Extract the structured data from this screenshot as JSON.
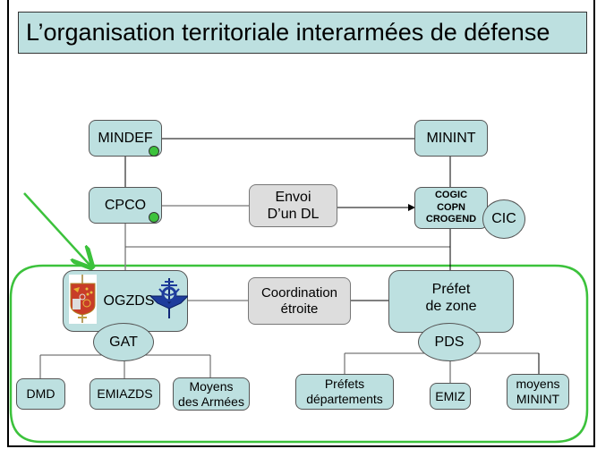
{
  "title": "L’organisation territoriale interarmées de défense",
  "colors": {
    "box_fill": "#bde0e0",
    "note_fill": "#dddddd",
    "highlight_green": "#3cc23c",
    "dot_green": "#3cc23c"
  },
  "nodes": {
    "mindef": "MINDEF",
    "minint": "MININT",
    "cpco": "CPCO",
    "envoi_line1": "Envoi",
    "envoi_line2": "D’un DL",
    "cogic_line1": "COGIC",
    "cogic_line2": "COPN",
    "cogic_line3": "CROGEND",
    "cic": "CIC",
    "ogzds": "OGZDS",
    "coordination_line1": "Coordination",
    "coordination_line2": "étroite",
    "prefet_line1": "Préfet",
    "prefet_line2": "de zone",
    "gat": "GAT",
    "pds": "PDS",
    "dmd": "DMD",
    "emiazds": "EMIAZDS",
    "moyens_armees_line1": "Moyens",
    "moyens_armees_line2": "des Armées",
    "prefets_dep_line1": "Préfets",
    "prefets_dep_line2": "départements",
    "emiz": "EMIZ",
    "moyens_minint_line1": "moyens",
    "moyens_minint_line2": "MININT"
  },
  "icons": {
    "left_emblem": "coat-of-arms-icon",
    "right_emblem": "military-insignia-icon",
    "indicator": "green-dot-icon",
    "pointer": "green-arrow-icon"
  }
}
